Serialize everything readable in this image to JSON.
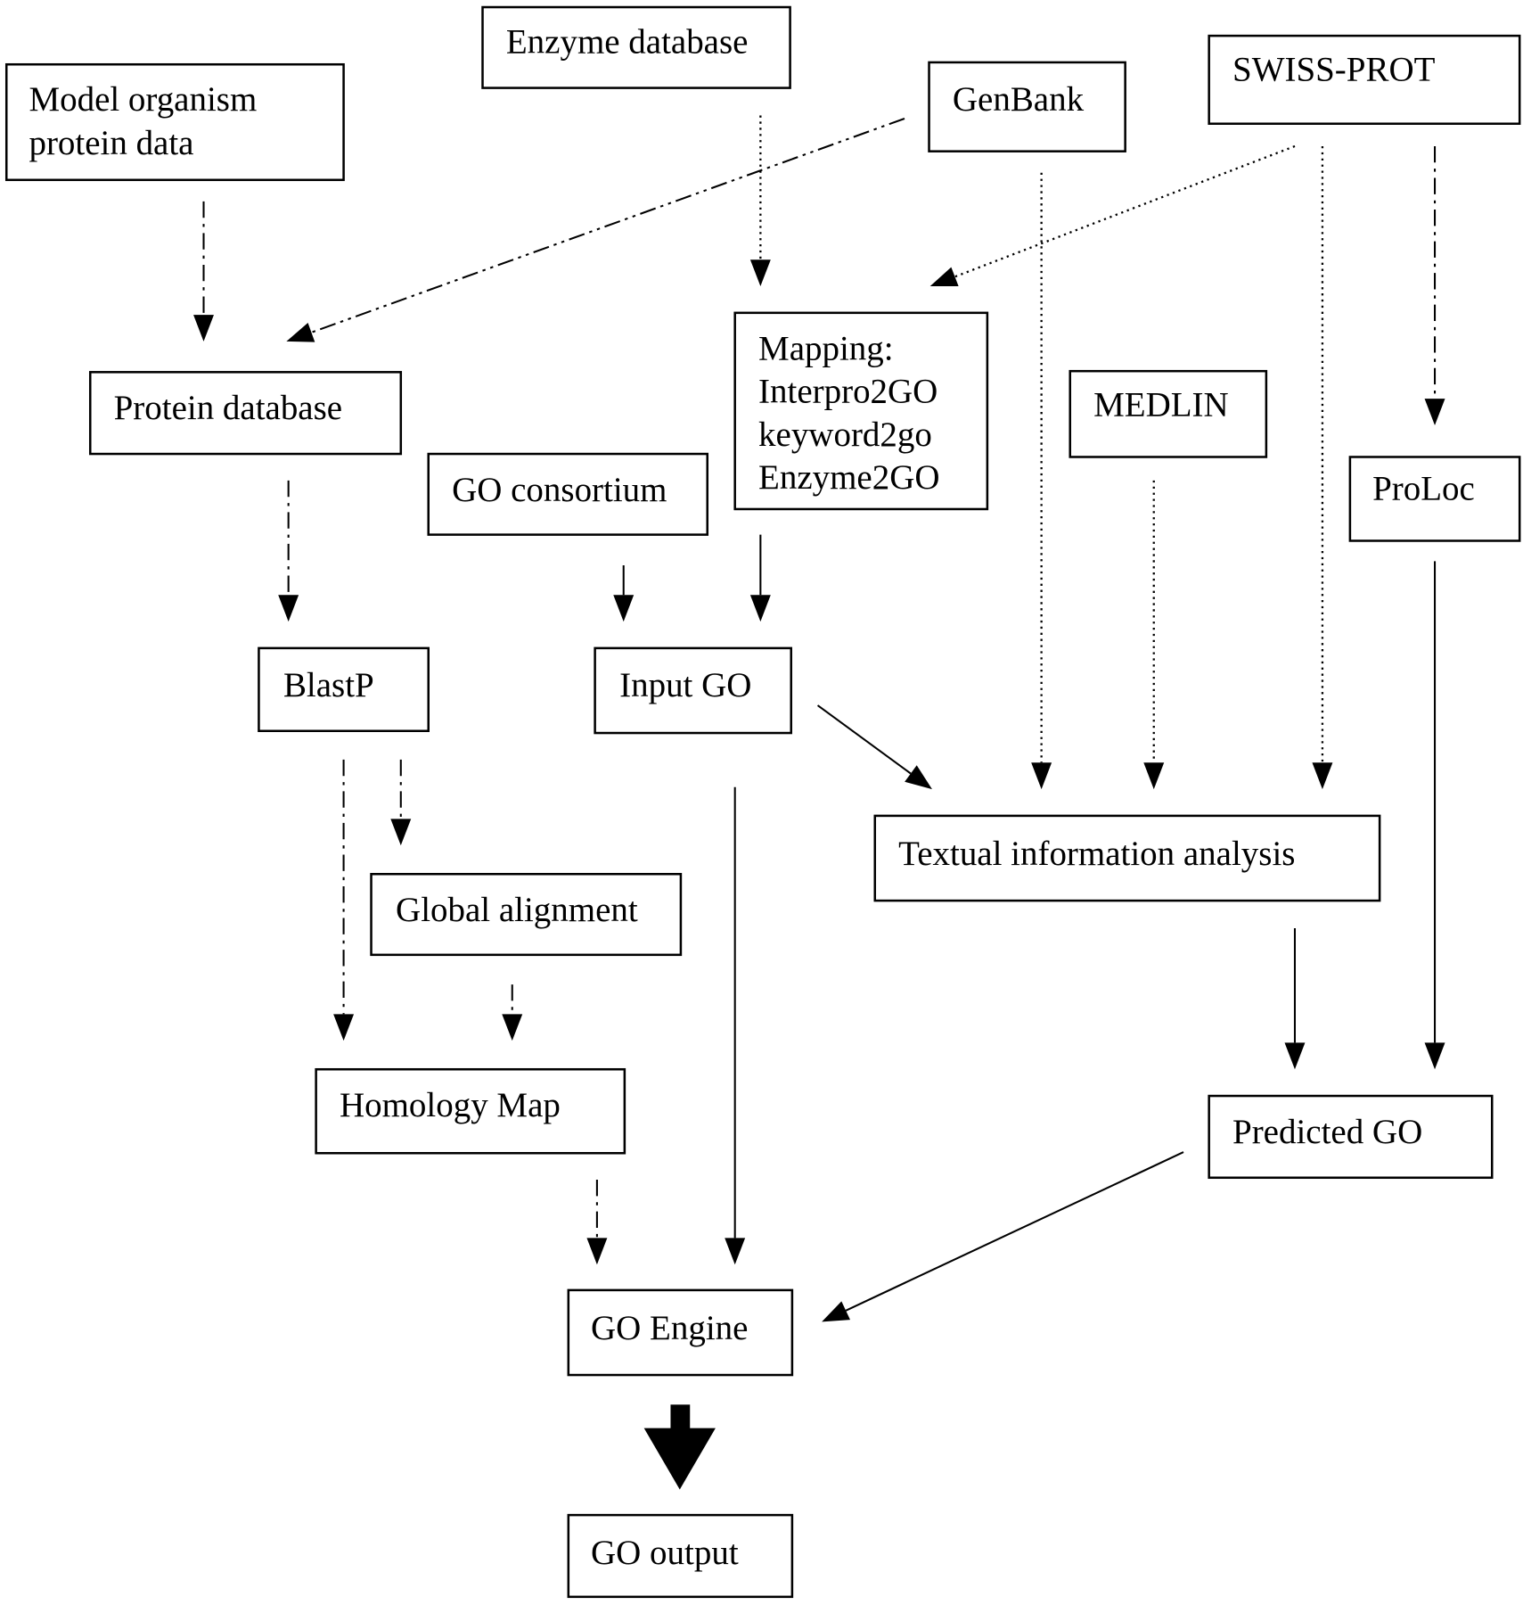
{
  "diagram": {
    "nodes": [
      {
        "id": "model_organism",
        "lines": [
          "Model organism",
          "protein data"
        ]
      },
      {
        "id": "enzyme_db",
        "lines": [
          "Enzyme database"
        ]
      },
      {
        "id": "genbank",
        "lines": [
          "GenBank"
        ]
      },
      {
        "id": "swissprot",
        "lines": [
          "SWISS-PROT"
        ]
      },
      {
        "id": "protein_db",
        "lines": [
          "Protein database"
        ]
      },
      {
        "id": "mapping",
        "lines": [
          "Mapping:",
          "Interpro2GO",
          "keyword2go",
          "Enzyme2GO"
        ]
      },
      {
        "id": "medlin",
        "lines": [
          "MEDLIN"
        ]
      },
      {
        "id": "go_consortium",
        "lines": [
          "GO consortium"
        ]
      },
      {
        "id": "proloc",
        "lines": [
          "ProLoc"
        ]
      },
      {
        "id": "blastp",
        "lines": [
          "BlastP"
        ]
      },
      {
        "id": "input_go",
        "lines": [
          "Input GO"
        ]
      },
      {
        "id": "textual",
        "lines": [
          "Textual information analysis"
        ]
      },
      {
        "id": "global_alignment",
        "lines": [
          "Global alignment"
        ]
      },
      {
        "id": "homology_map",
        "lines": [
          "Homology Map"
        ]
      },
      {
        "id": "predicted_go",
        "lines": [
          "Predicted GO"
        ]
      },
      {
        "id": "go_engine",
        "lines": [
          "GO Engine"
        ]
      },
      {
        "id": "go_output",
        "lines": [
          "GO output"
        ]
      }
    ],
    "edges": [
      {
        "from": "model_organism",
        "to": "protein_db",
        "style": "dash-dot"
      },
      {
        "from": "genbank",
        "to": "protein_db",
        "style": "dash-dot-dot"
      },
      {
        "from": "enzyme_db",
        "to": "mapping",
        "style": "dotted"
      },
      {
        "from": "swissprot",
        "to": "mapping",
        "style": "dotted"
      },
      {
        "from": "swissprot",
        "to": "proloc",
        "style": "dash-dot"
      },
      {
        "from": "protein_db",
        "to": "blastp",
        "style": "dash-dot"
      },
      {
        "from": "go_consortium",
        "to": "input_go",
        "style": "solid"
      },
      {
        "from": "mapping",
        "to": "input_go",
        "style": "solid"
      },
      {
        "from": "input_go",
        "to": "textual",
        "style": "solid"
      },
      {
        "from": "genbank",
        "to": "textual",
        "style": "dotted"
      },
      {
        "from": "medlin",
        "to": "textual",
        "style": "dotted"
      },
      {
        "from": "swissprot",
        "to": "textual",
        "style": "dotted"
      },
      {
        "from": "blastp",
        "to": "global_alignment",
        "style": "dash-dot"
      },
      {
        "from": "blastp",
        "to": "homology_map",
        "style": "dash-dot"
      },
      {
        "from": "global_alignment",
        "to": "homology_map",
        "style": "dash-dot"
      },
      {
        "from": "textual",
        "to": "predicted_go",
        "style": "solid"
      },
      {
        "from": "proloc",
        "to": "predicted_go",
        "style": "solid"
      },
      {
        "from": "homology_map",
        "to": "go_engine",
        "style": "dash-dot"
      },
      {
        "from": "input_go",
        "to": "go_engine",
        "style": "solid"
      },
      {
        "from": "predicted_go",
        "to": "go_engine",
        "style": "solid"
      },
      {
        "from": "go_engine",
        "to": "go_output",
        "style": "bold"
      }
    ]
  }
}
